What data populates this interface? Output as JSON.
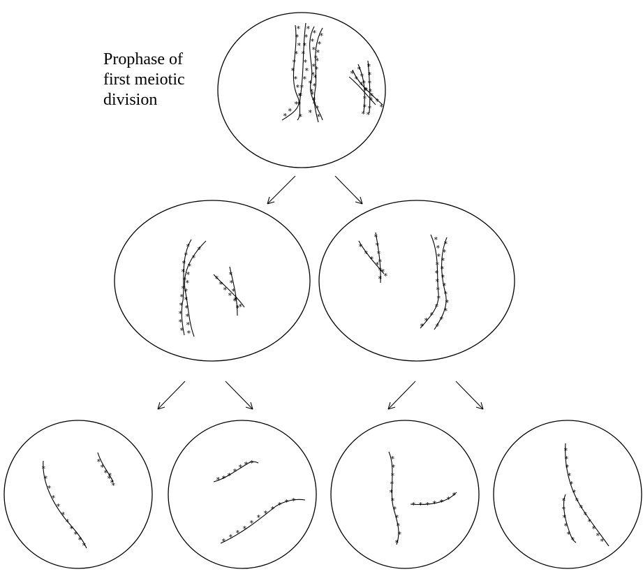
{
  "stage_label": {
    "lines": [
      "Prophase of",
      "first meiotic",
      "division"
    ]
  },
  "colors": {
    "stroke": "#000000",
    "background": "#ffffff"
  },
  "cells": [
    {
      "id": "parent-cell",
      "stage": "prophase-I",
      "chromosomes": 4
    },
    {
      "id": "daughter-cell-left",
      "stage": "after-meiosis-I",
      "chromosomes": 2
    },
    {
      "id": "daughter-cell-right",
      "stage": "after-meiosis-I",
      "chromosomes": 2
    },
    {
      "id": "gamete-1",
      "stage": "after-meiosis-II",
      "chromosomes": 2
    },
    {
      "id": "gamete-2",
      "stage": "after-meiosis-II",
      "chromosomes": 2
    },
    {
      "id": "gamete-3",
      "stage": "after-meiosis-II",
      "chromosomes": 2
    },
    {
      "id": "gamete-4",
      "stage": "after-meiosis-II",
      "chromosomes": 2
    }
  ],
  "symbols": {
    "marker": "*"
  }
}
